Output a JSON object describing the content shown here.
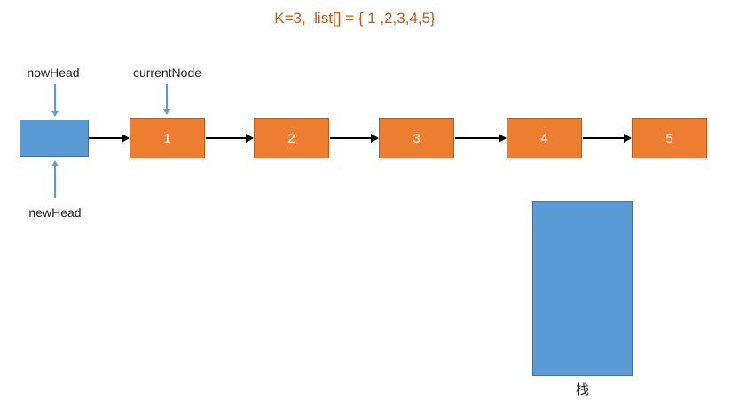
{
  "title": "K=3,  list[] = { 1 ,2,3,4,5}",
  "pointers": {
    "now_head": "nowHead",
    "current_node": "currentNode",
    "new_head": "newHead"
  },
  "nodes": [
    "1",
    "2",
    "3",
    "4",
    "5"
  ],
  "stack": {
    "label": "栈"
  },
  "colors": {
    "node_fill": "#ED7D31",
    "node_border": "#B85D22",
    "blue_fill": "#5B9BD5",
    "blue_border": "#41719C",
    "title_text": "#C55A11",
    "link_arrow": "#000000",
    "pointer_arrow": "#5B9BD5"
  }
}
